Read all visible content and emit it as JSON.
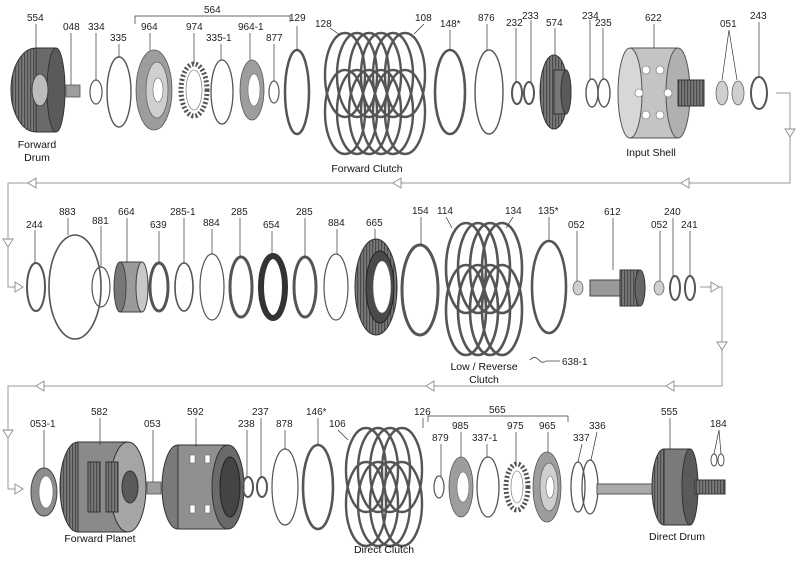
{
  "row1": {
    "labels": {
      "p554": "554",
      "p048": "048",
      "p334": "334",
      "p335": "335",
      "p964": "964",
      "p974": "974",
      "p335_1": "335-1",
      "p964_1": "964-1",
      "p877": "877",
      "p564": "564",
      "p129": "129",
      "p128": "128",
      "p108": "108",
      "p148": "148*",
      "p876": "876",
      "p232": "232",
      "p233": "233",
      "p574": "574",
      "p234": "234",
      "p235": "235",
      "p622": "622",
      "p051": "051",
      "p243": "243"
    },
    "captions": {
      "forward_drum_1": "Forward",
      "forward_drum_2": "Drum",
      "forward_clutch": "Forward Clutch",
      "input_shell": "Input Shell"
    }
  },
  "row2": {
    "labels": {
      "p244": "244",
      "p883": "883",
      "p881": "881",
      "p664": "664",
      "p639": "639",
      "p285_1": "285-1",
      "p884a": "884",
      "p285a": "285",
      "p654": "654",
      "p285b": "285",
      "p884b": "884",
      "p665": "665",
      "p154": "154",
      "p114": "114",
      "p134": "134",
      "p135": "135*",
      "p052a": "052",
      "p612": "612",
      "p052b": "052",
      "p240": "240",
      "p241": "241",
      "p638_1": "638-1"
    },
    "captions": {
      "low_reverse_1": "Low / Reverse",
      "low_reverse_2": "Clutch"
    }
  },
  "row3": {
    "labels": {
      "p053_1": "053-1",
      "p582": "582",
      "p053": "053",
      "p592": "592",
      "p238": "238",
      "p237": "237",
      "p878": "878",
      "p146": "146*",
      "p106": "106",
      "p126": "126",
      "p565": "565",
      "p879": "879",
      "p985": "985",
      "p337_1": "337-1",
      "p975": "975",
      "p965": "965",
      "p337": "337",
      "p336": "336",
      "p555": "555",
      "p184": "184"
    },
    "captions": {
      "forward_planet": "Forward Planet",
      "direct_clutch": "Direct Clutch",
      "direct_drum": "Direct Drum"
    }
  }
}
